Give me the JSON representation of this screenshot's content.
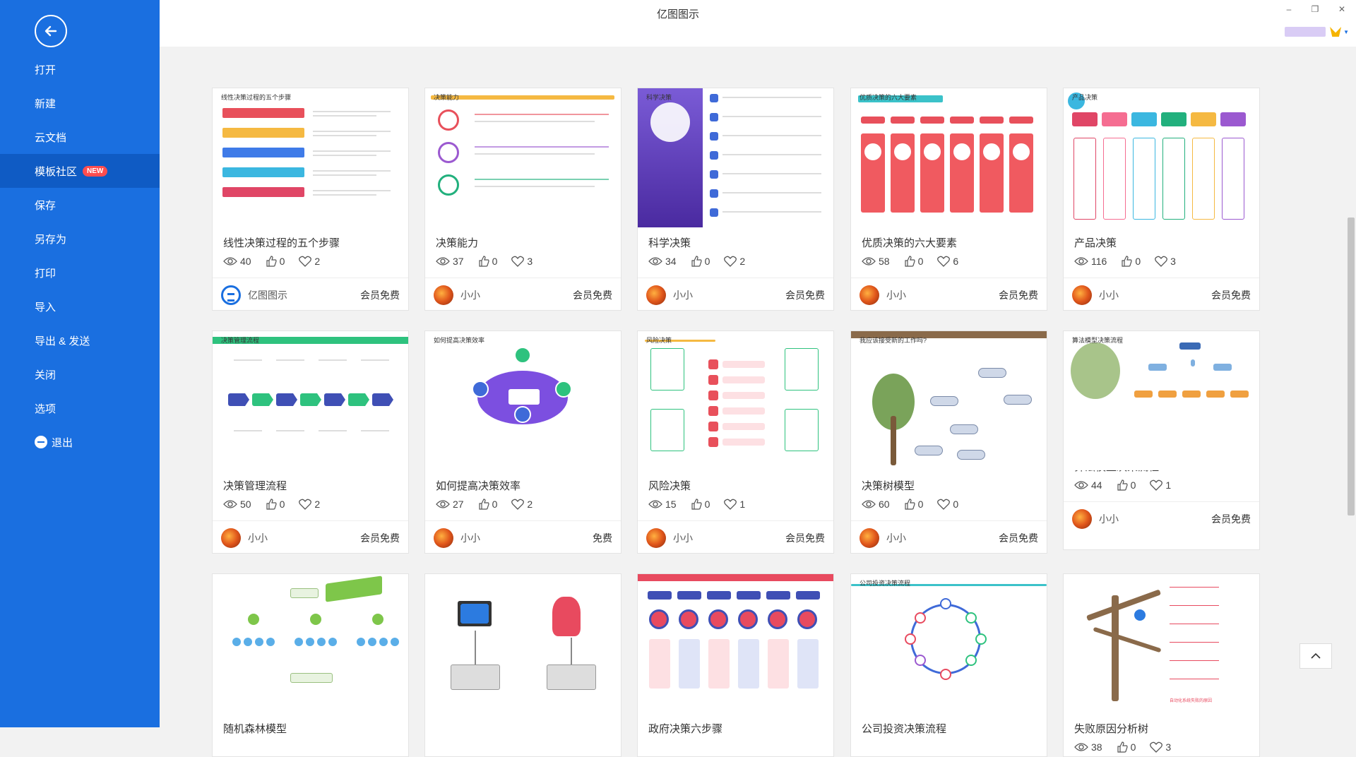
{
  "app_title": "亿图图示",
  "window_controls": {
    "minimize": "–",
    "restore": "❐",
    "close": "✕"
  },
  "sidebar": {
    "items": [
      {
        "label": "打开"
      },
      {
        "label": "新建"
      },
      {
        "label": "云文档"
      },
      {
        "label": "模板社区",
        "badge": "NEW",
        "active": true
      },
      {
        "label": "保存"
      },
      {
        "label": "另存为"
      },
      {
        "label": "打印"
      },
      {
        "label": "导入"
      },
      {
        "label": "导出 & 发送"
      },
      {
        "label": "关闭"
      },
      {
        "label": "选项"
      },
      {
        "label": "退出"
      }
    ]
  },
  "colors": {
    "sidebar": "#1a6fe0",
    "sidebar_active": "#0f5bc4",
    "badge": "#ff4d4f"
  },
  "cards": [
    {
      "title": "线性决策过程的五个步骤",
      "views": "40",
      "likes": "0",
      "favs": "2",
      "author": "亿图图示",
      "price": "会员免费",
      "author_type": "brand"
    },
    {
      "title": "决策能力",
      "views": "37",
      "likes": "0",
      "favs": "3",
      "author": "小小",
      "price": "会员免费"
    },
    {
      "title": "科学决策",
      "views": "34",
      "likes": "0",
      "favs": "2",
      "author": "小小",
      "price": "会员免费"
    },
    {
      "title": "优质决策的六大要素",
      "views": "58",
      "likes": "0",
      "favs": "6",
      "author": "小小",
      "price": "会员免费"
    },
    {
      "title": "产品决策",
      "views": "116",
      "likes": "0",
      "favs": "3",
      "author": "小小",
      "price": "会员免费"
    },
    {
      "title": "决策管理流程",
      "views": "50",
      "likes": "0",
      "favs": "2",
      "author": "小小",
      "price": "会员免费"
    },
    {
      "title": "如何提高决策效率",
      "views": "27",
      "likes": "0",
      "favs": "2",
      "author": "小小",
      "price": "免费"
    },
    {
      "title": "风险决策",
      "views": "15",
      "likes": "0",
      "favs": "1",
      "author": "小小",
      "price": "会员免费"
    },
    {
      "title": "决策树模型",
      "views": "60",
      "likes": "0",
      "favs": "0",
      "author": "小小",
      "price": "会员免费"
    },
    {
      "title": "算法模型决策流程",
      "views": "44",
      "likes": "0",
      "favs": "1",
      "author": "小小",
      "price": "会员免费"
    },
    {
      "title": "随机森林模型",
      "views": "",
      "likes": "",
      "favs": ""
    },
    {
      "title": "",
      "views": "",
      "likes": "",
      "favs": ""
    },
    {
      "title": "政府决策六步骤",
      "views": "",
      "likes": "",
      "favs": ""
    },
    {
      "title": "公司投资决策流程",
      "views": "",
      "likes": "",
      "favs": ""
    },
    {
      "title": "失败原因分析树",
      "views": "38",
      "likes": "0",
      "favs": "3"
    }
  ],
  "thumb_texts": {
    "t1": "线性决策过程的五个步骤",
    "t2": "决策能力",
    "t3": "科学决策",
    "t4": "优质决策的六大要素",
    "t5": "产品决策",
    "t6": "决策管理流程",
    "t7": "如何提高决策效率",
    "t8": "风险决策",
    "t9": "我应该接受新的工作吗?",
    "t10": "算法模型决策流程",
    "t14": "公司投资决策流程",
    "t15": "自动化系统失败的原因"
  }
}
